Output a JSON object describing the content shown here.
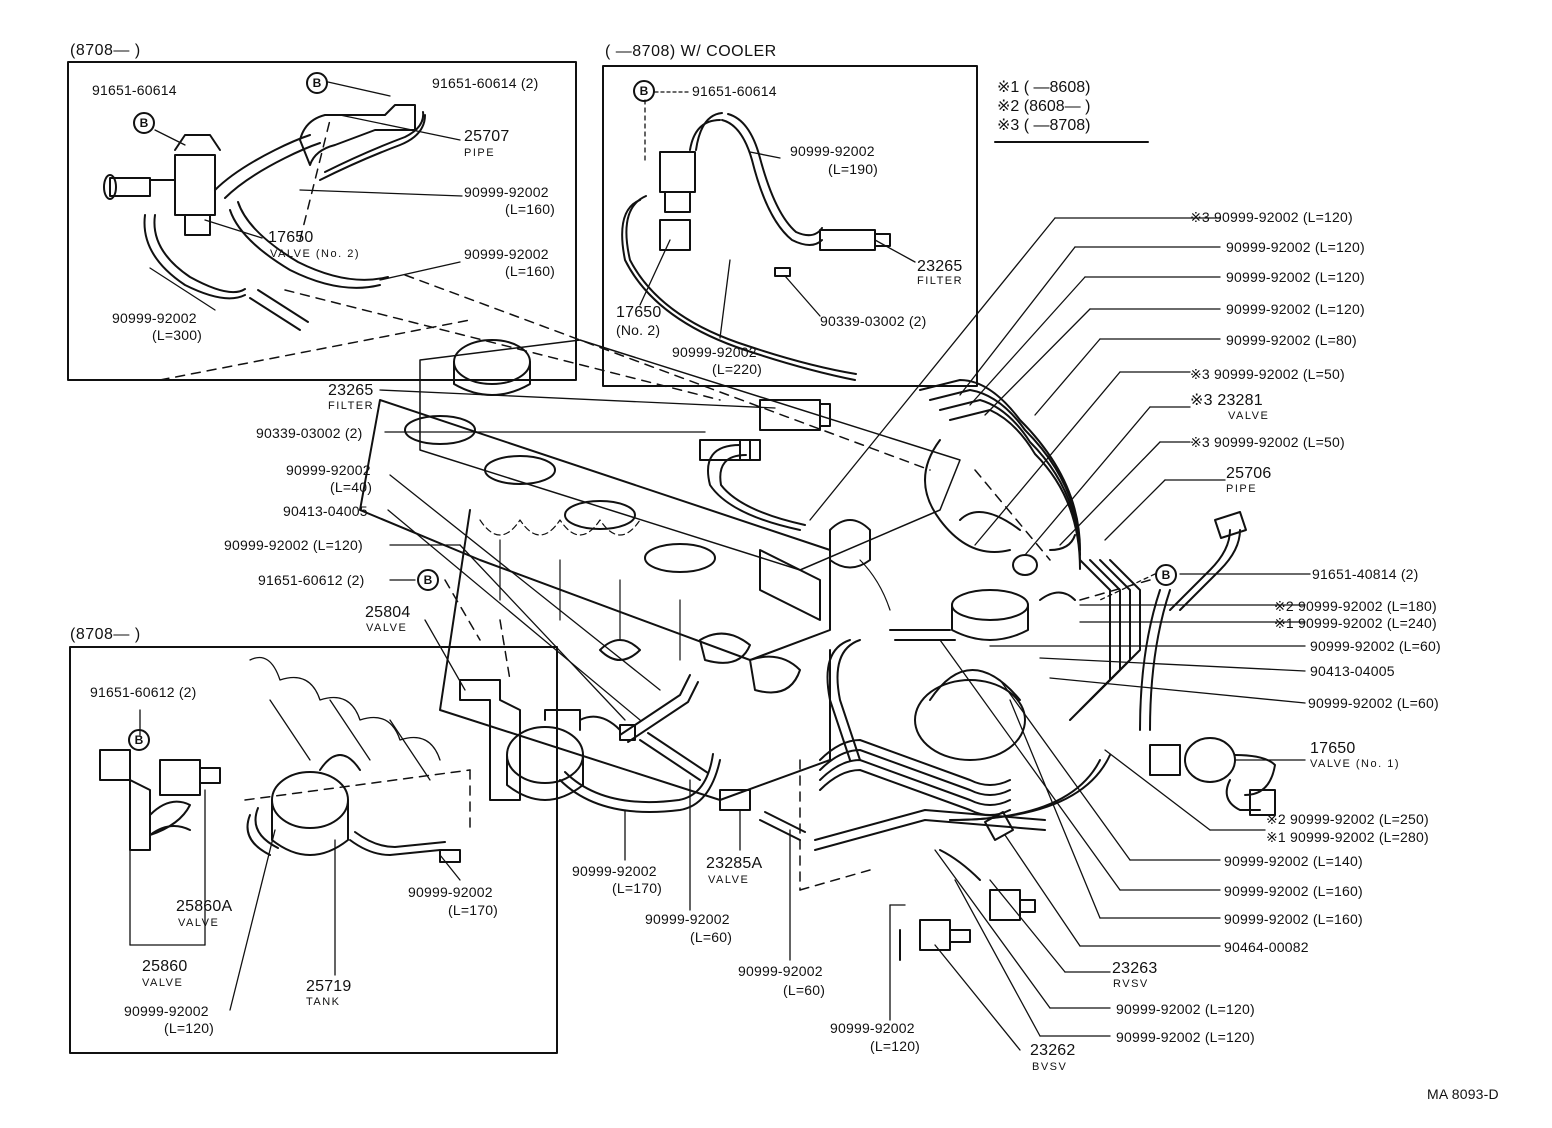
{
  "inset_a": {
    "title": "(8708—        )",
    "l_91651_60614_left": "91651-60614",
    "l_91651_60614_2": "91651-60614 (2)",
    "l_25707": "25707",
    "l_25707_sub": "PIPE",
    "l_hose_160a": "90999-92002",
    "l_hose_160a_len": "(L=160)",
    "l_17650": "17650",
    "l_17650_sub": "VALVE (No. 2)",
    "l_hose_160b": "90999-92002",
    "l_hose_160b_len": "(L=160)",
    "l_hose_300": "90999-92002",
    "l_hose_300_len": "(L=300)"
  },
  "inset_b": {
    "title": "(        —8708) W/ COOLER",
    "l_91651": "91651-60614",
    "l_hose_190": "90999-92002",
    "l_hose_190_len": "(L=190)",
    "l_23265": "23265",
    "l_23265_sub": "FILTER",
    "l_17650": "17650",
    "l_17650_sub": "(No. 2)",
    "l_90339": "90339-03002 (2)",
    "l_hose_220": "90999-92002",
    "l_hose_220_len": "(L=220)"
  },
  "legend": {
    "r1": "※1 (          —8608)",
    "r2": "※2 (8608—          )",
    "r3": "※3 (          —8708)"
  },
  "center": {
    "l_23265": "23265",
    "l_23265_sub": "FILTER",
    "l_90339": "90339-03002 (2)",
    "l_hose_40": "90999-92002",
    "l_hose_40_len": "(L=40)",
    "l_90413": "90413-04005",
    "l_hose_120": "90999-92002 (L=120)",
    "l_91651_612": "91651-60612 (2)",
    "l_25804": "25804",
    "l_25804_sub": "VALVE",
    "l_hose_170": "90999-92002",
    "l_hose_170_len": "(L=170)",
    "l_hose_60a": "90999-92002",
    "l_hose_60a_len": "(L=60)",
    "l_23285a": "23285A",
    "l_23285a_sub": "VALVE",
    "l_hose_60b": "90999-92002",
    "l_hose_60b_len": "(L=60)",
    "l_hose_120b": "90999-92002",
    "l_hose_120b_len": "(L=120)",
    "l_23262": "23262",
    "l_23262_sub": "BVSV"
  },
  "inset_c": {
    "title": "(8708—        )",
    "l_91651": "91651-60612 (2)",
    "l_25860a": "25860A",
    "l_25860a_sub": "VALVE",
    "l_25860": "25860",
    "l_25860_sub": "VALVE",
    "l_hose_120": "90999-92002",
    "l_hose_120_len": "(L=120)",
    "l_25719": "25719",
    "l_25719_sub": "TANK",
    "l_hose_170": "90999-92002",
    "l_hose_170_len": "(L=170)"
  },
  "right": {
    "r_1": "※3 90999-92002 (L=120)",
    "r_2": "90999-92002 (L=120)",
    "r_3": "90999-92002 (L=120)",
    "r_4": "90999-92002 (L=120)",
    "r_5": "90999-92002 (L=80)",
    "r_6": "※3 90999-92002 (L=50)",
    "r_7": "※3 23281",
    "r_7_sub": "VALVE",
    "r_8": "※3 90999-92002 (L=50)",
    "r_9": "25706",
    "r_9_sub": "PIPE",
    "r_10": "91651-40814 (2)",
    "r_11": "※2 90999-92002 (L=180)",
    "r_12": "※1 90999-92002 (L=240)",
    "r_13": "90999-92002 (L=60)",
    "r_14": "90413-04005",
    "r_15": "90999-92002 (L=60)",
    "r_16": "17650",
    "r_16_sub": "VALVE (No. 1)",
    "r_17": "※2 90999-92002 (L=250)",
    "r_18": "※1 90999-92002 (L=280)",
    "r_19": "90999-92002 (L=140)",
    "r_20": "90999-92002 (L=160)",
    "r_21": "90999-92002 (L=160)",
    "r_22": "90464-00082",
    "r_23": "23263",
    "r_23_sub": "RVSV",
    "r_24": "90999-92002 (L=120)",
    "r_25": "90999-92002 (L=120)"
  },
  "markers": {
    "b": "B"
  },
  "footer": {
    "code": "MA  8093-D"
  }
}
